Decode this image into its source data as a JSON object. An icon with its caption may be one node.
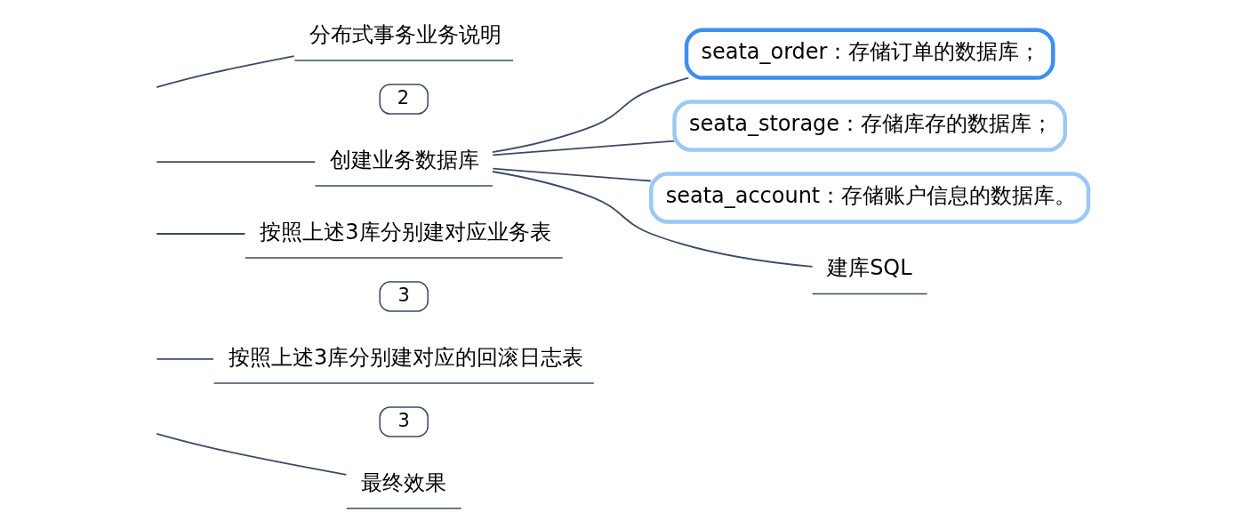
{
  "diagram": {
    "nodes": [
      {
        "text": [
          "分布式事务业务说明"
        ],
        "beside": [
          "2"
        ]
      },
      {
        "text": [
          "创建业务数据库"
        ]
      },
      {
        "text": [
          "seata_order：存储订单的数据库；"
        ]
      },
      {
        "text": [
          "seata_storage：存储库存的数据库；"
        ]
      },
      {
        "text": [
          "seata_account：存储账户信息的数据库。"
        ]
      },
      {
        "text": [
          "建库SQL"
        ]
      },
      {
        "text": [
          "按照上述3库分别建对应业务表"
        ],
        "beside": [
          "3"
        ]
      },
      {
        "text": [
          "按照上述3库分别建对应的回滚日志表"
        ],
        "beside": [
          "3"
        ]
      },
      {
        "text": [
          "最终效果"
        ]
      }
    ],
    "edges": [
      {
        "from": null,
        "to": 0,
        "arrow": "none"
      },
      {
        "from": null,
        "to": 1,
        "arrow": "none"
      },
      {
        "from": 1,
        "to": 2,
        "arrow": "none"
      },
      {
        "from": 1,
        "to": 3,
        "arrow": "none"
      },
      {
        "from": 1,
        "to": 4,
        "arrow": "none"
      },
      {
        "from": 1,
        "to": 5,
        "arrow": "none"
      },
      {
        "from": null,
        "to": 6,
        "arrow": "none"
      },
      {
        "from": null,
        "to": 7,
        "arrow": "none"
      },
      {
        "from": null,
        "to": 8,
        "arrow": "none"
      }
    ]
  }
}
